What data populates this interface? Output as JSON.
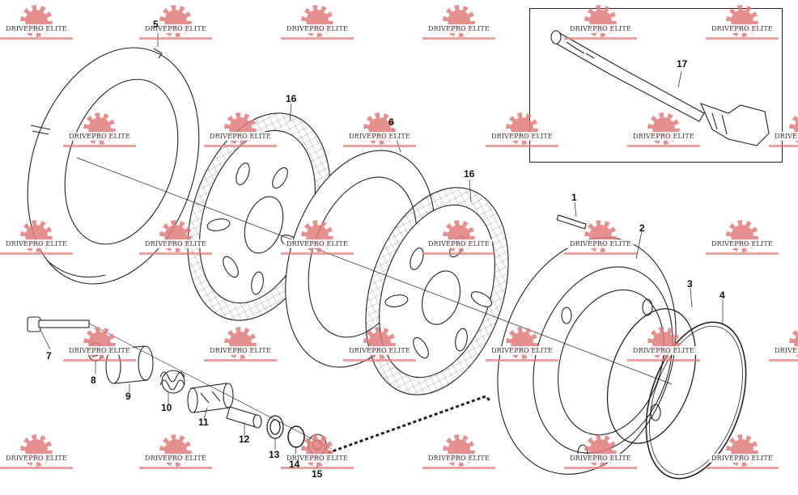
{
  "diagram": {
    "watermark_text": "DRIVEPRO ELITE",
    "watermark_color": "#e07b7b",
    "callouts": {
      "p1": "1",
      "p2": "2",
      "p3": "3",
      "p4": "4",
      "p5": "5",
      "p6": "6",
      "p7": "7",
      "p8": "8",
      "p9": "9",
      "p10": "10",
      "p11": "11",
      "p12": "12",
      "p13": "13",
      "p14": "14",
      "p15": "15",
      "p16a": "16",
      "p16b": "16",
      "p17": "17"
    }
  }
}
